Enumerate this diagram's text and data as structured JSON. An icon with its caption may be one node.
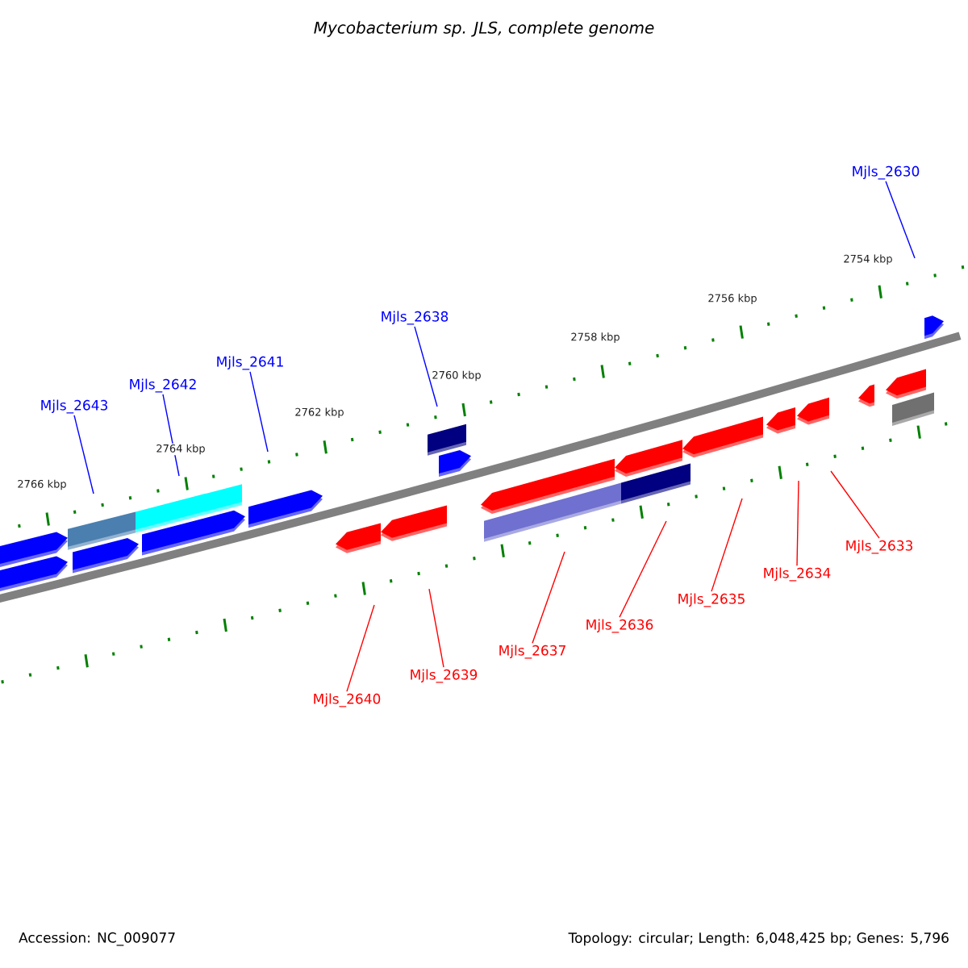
{
  "diagram": {
    "title": "Mycobacterium sp. JLS, complete genome",
    "nodes": [
      {
        "text": [
          "Mjls_2630"
        ]
      },
      {
        "text": [
          "Mjls_2638"
        ]
      },
      {
        "text": [
          "Mjls_2641"
        ]
      },
      {
        "text": [
          "Mjls_2642"
        ]
      },
      {
        "text": [
          "Mjls_2643"
        ]
      },
      {
        "text": [
          "Mjls_2633"
        ]
      },
      {
        "text": [
          "Mjls_2634"
        ]
      },
      {
        "text": [
          "Mjls_2635"
        ]
      },
      {
        "text": [
          "Mjls_2636"
        ]
      },
      {
        "text": [
          "Mjls_2637"
        ]
      },
      {
        "text": [
          "Mjls_2639"
        ]
      },
      {
        "text": [
          "Mjls_2640"
        ]
      }
    ],
    "edges": [
      {
        "from": 0,
        "to": null,
        "arrow": "none",
        "color": "#0000ff"
      },
      {
        "from": 1,
        "to": null,
        "arrow": "none",
        "color": "#0000ff"
      },
      {
        "from": 2,
        "to": null,
        "arrow": "none",
        "color": "#0000ff"
      },
      {
        "from": 3,
        "to": null,
        "arrow": "none",
        "color": "#0000ff"
      },
      {
        "from": 4,
        "to": null,
        "arrow": "none",
        "color": "#0000ff"
      },
      {
        "from": 5,
        "to": null,
        "arrow": "none"
      },
      {
        "from": 6,
        "to": null,
        "arrow": "none"
      },
      {
        "from": 7,
        "to": null,
        "arrow": "none"
      },
      {
        "from": 8,
        "to": null,
        "arrow": "none"
      },
      {
        "from": 9,
        "to": null,
        "arrow": "none"
      },
      {
        "from": 10,
        "to": null,
        "arrow": "none"
      },
      {
        "from": 11,
        "to": null,
        "arrow": "none"
      }
    ],
    "labels": [
      "2754 kbp",
      "2756 kbp",
      "2758 kbp",
      "2760 kbp",
      "2762 kbp",
      "2764 kbp",
      "2766 kbp",
      "Accession: NC_009077",
      "Topology: circular; Length: 6,048,425 bp; Genes: 5,796"
    ]
  }
}
